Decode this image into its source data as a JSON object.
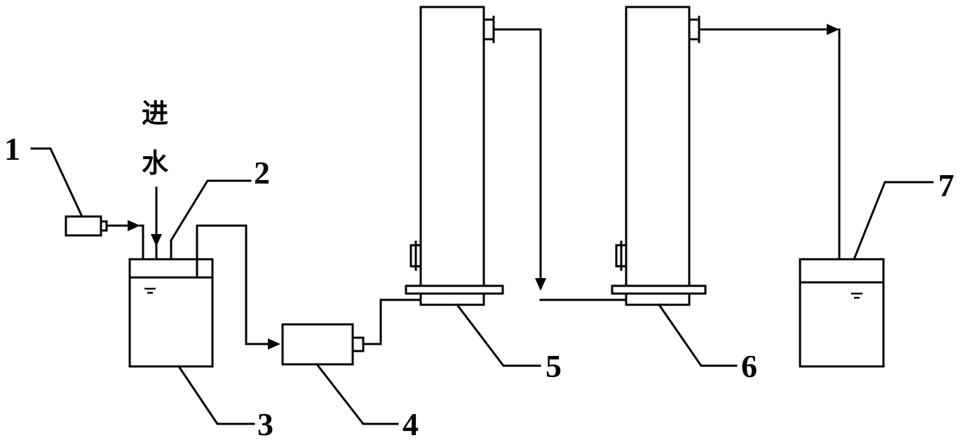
{
  "labels": {
    "inflow_line1": "进",
    "inflow_line2": "水",
    "n1": "1",
    "n2": "2",
    "n3": "3",
    "n4": "4",
    "n5": "5",
    "n6": "6",
    "n7": "7"
  }
}
